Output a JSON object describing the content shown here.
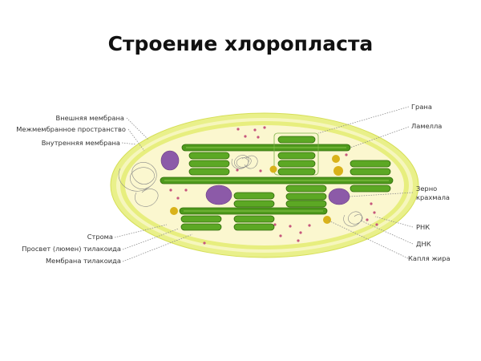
{
  "title": "Строение хлоропласта",
  "labels": {
    "outer_membrane": "Внешняя мембрана",
    "intermembrane_space": "Межмембранное пространство",
    "inner_membrane": "Внутренняя мембрана",
    "granum": "Грана",
    "lamella": "Ламелла",
    "starch_grain_line1": "Зерно",
    "starch_grain_line2": "крахмала",
    "rna": "РНК",
    "dna": "ДНК",
    "lipid_droplet": "Капля жира",
    "stroma": "Строма",
    "thylakoid_lumen": "Просвет (люмен) тилакоида",
    "thylakoid_membrane": "Мембрана тилакоида"
  },
  "colors": {
    "outer_membrane": "#e9f08a",
    "stroma": "#fbf7cf",
    "thylakoid": "#5ca824",
    "starch": "#8c5aa8",
    "lipid": "#d9b21a",
    "ribosome": "#c6567c"
  }
}
